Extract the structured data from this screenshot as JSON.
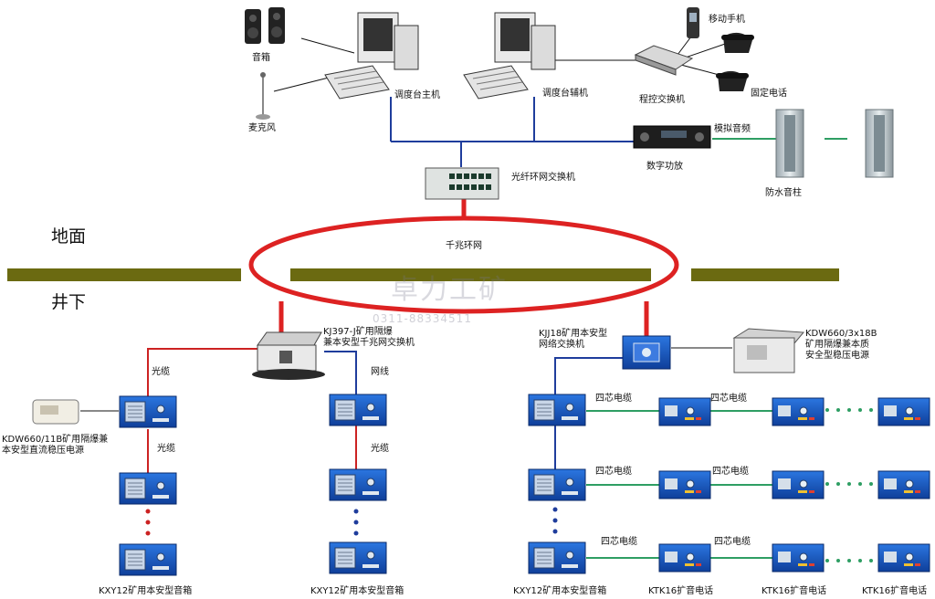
{
  "zones": {
    "surface": "地面",
    "underground": "井下"
  },
  "ring": {
    "label": "千兆环网"
  },
  "watermark": {
    "main": "卓力工矿",
    "phone": "0311-88334511"
  },
  "devices": {
    "speaker_pc": "音箱",
    "microphone": "麦克风",
    "main_console": "调度台主机",
    "aux_console": "调度台辅机",
    "mobile_phone": "移动手机",
    "pbx": "程控交换机",
    "fixed_phone": "固定电话",
    "analog_audio": "模拟音频",
    "amplifier": "数字功放",
    "waterproof_column": "防水音柱",
    "fiber_switch": "光纤环网交换机",
    "kj397": "KJ397-J矿用隔爆\n兼本安型千兆网交换机",
    "kjj18": "KJJ18矿用本安型\n网络交换机",
    "kdw660_3x18b": "KDW660/3x18B\n矿用隔爆兼本质\n安全型稳压电源",
    "kdw660_11b": "KDW660/11B矿用隔爆兼\n本安型直流稳压电源"
  },
  "links": {
    "fiber_1": "光缆",
    "fiber_2": "光缆",
    "fiber_3": "光缆",
    "network": "网线",
    "four_core_1": "四芯电缆",
    "four_core_2": "四芯电缆",
    "four_core_3": "四芯电缆",
    "four_core_4": "四芯电缆",
    "four_core_5": "四芯电缆",
    "four_core_6": "四芯电缆"
  },
  "bottom_labels": {
    "kxy12_a": "KXY12矿用本安型音箱",
    "kxy12_b": "KXY12矿用本安型音箱",
    "kxy12_c": "KXY12矿用本安型音箱",
    "ktk16_a": "KTK16扩音电话",
    "ktk16_b": "KTK16扩音电话",
    "ktk16_c": "KTK16扩音电话"
  },
  "colors": {
    "ring_red": "#dd2222",
    "cable_red": "#cc2222",
    "net_blue": "#1f3d9c",
    "four_core_green": "#2e9e63",
    "ground_olive": "#6b6a11",
    "box_blue": "#1a5cc8"
  }
}
